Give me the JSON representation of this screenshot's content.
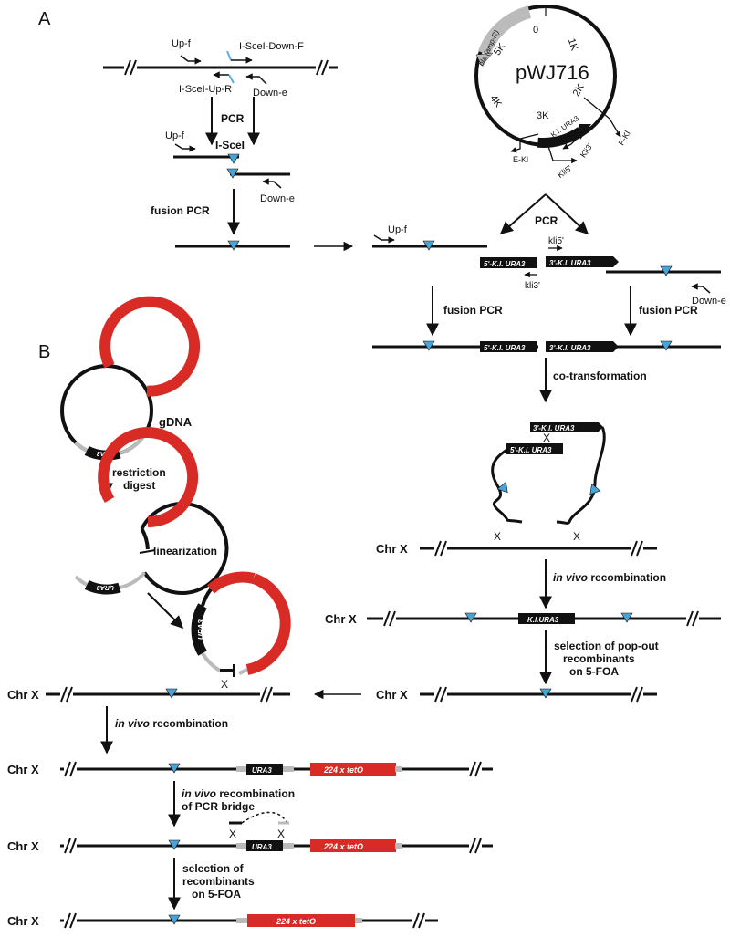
{
  "panels": {
    "a": "A",
    "b": "B"
  },
  "colors": {
    "line": "#111111",
    "triangle": "#4aa3d6",
    "teto": "#d92b26",
    "plasmid_gray": "#bbbbbb",
    "iscei_tick": "#5aaee0"
  },
  "plasmid": {
    "name": "pWJ716",
    "ticks": [
      "0",
      "1K",
      "2K",
      "3K",
      "4K",
      "5K"
    ],
    "bla_label": "bla (amp-R)",
    "ura3_label": "K.l. URA3",
    "primers": {
      "f_kl": "F-Kl",
      "e_kl": "E-Kl",
      "kli3": "Kli3'",
      "kli5": "Kli5'"
    }
  },
  "panel_a": {
    "primers": {
      "up_f": "Up-f",
      "iscei_down_f": "I-SceI-Down-F",
      "iscei_up_r": "I-SceI-Up-R",
      "down_e": "Down-e",
      "kli5": "kli5'",
      "kli3": "kli3'"
    },
    "steps": {
      "pcr": "PCR",
      "iscei": "I-SceI",
      "fusion_pcr": "fusion PCR",
      "pcr_plasmid": "PCR",
      "fusion_pcr_left": "fusion PCR",
      "fusion_pcr_right": "fusion PCR",
      "cotransformation": "co-transformation",
      "in_vivo_prefix": "in vivo",
      "in_vivo_suffix": " recombination",
      "popout": [
        "selection of pop-out",
        "recombinants",
        "on 5-FOA"
      ]
    },
    "fragments": {
      "five_ura3": "5'-K.l. URA3",
      "three_ura3": "3'-K.l. URA3",
      "kl_ura3": "K.l.URA3"
    },
    "x_mark": "X",
    "chr": "Chr X"
  },
  "panel_b": {
    "teto": "224 x tetO",
    "ura3": "URA3",
    "gdna": "gDNA",
    "restriction": [
      "restriction",
      "digest"
    ],
    "linearization": "linearization",
    "in_vivo_prefix": "in vivo",
    "in_vivo_suffix": " recombination",
    "bridge": [
      "recombination",
      "of PCR bridge"
    ],
    "selection": [
      "selection of",
      "recombinants",
      "on 5-FOA"
    ],
    "x_mark": "X",
    "chr": "Chr X"
  }
}
